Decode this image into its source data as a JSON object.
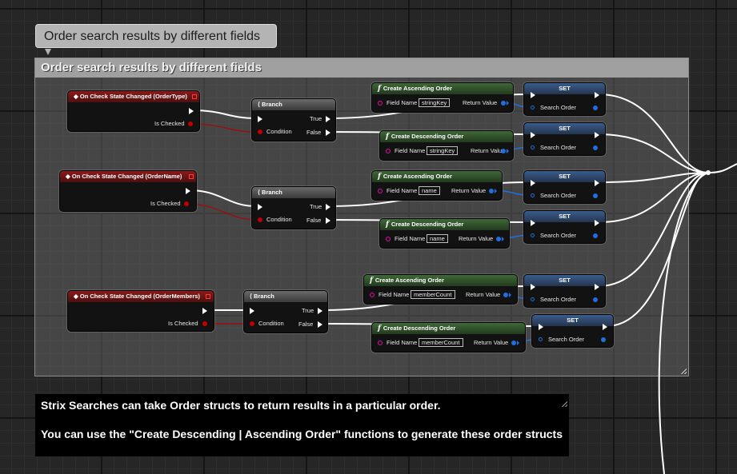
{
  "bubble_text": "Order search results by different fields",
  "comment_title": "Order search results by different fields",
  "events": [
    {
      "title": "On Check State Changed (OrderType)",
      "param_label": "Is Checked"
    },
    {
      "title": "On Check State Changed (OrderName)",
      "param_label": "Is Checked"
    },
    {
      "title": "On Check State Changed (OrderMembers)",
      "param_label": "Is Checked"
    }
  ],
  "branch": {
    "title": "Branch",
    "condition": "Condition",
    "true_label": "True",
    "false_label": "False"
  },
  "functions": {
    "ascending_title": "Create Ascending Order",
    "descending_title": "Create Descending Order",
    "field_name_label": "Field Name",
    "return_value_label": "Return Value",
    "icon": "function-icon"
  },
  "field_values": [
    "stringKey",
    "name",
    "memberCount"
  ],
  "set_node": {
    "title": "SET",
    "pin_label": "Search Order"
  },
  "description": {
    "line1": "Strix Searches can take Order structs to return results in a particular order.",
    "line2": "You can use the \"Create Descending | Ascending Order\" functions to generate these order structs"
  },
  "colors": {
    "exec": "#ffffff",
    "bool": "#c00000",
    "struct": "#1f6fe0",
    "name": "#e00fa0"
  }
}
